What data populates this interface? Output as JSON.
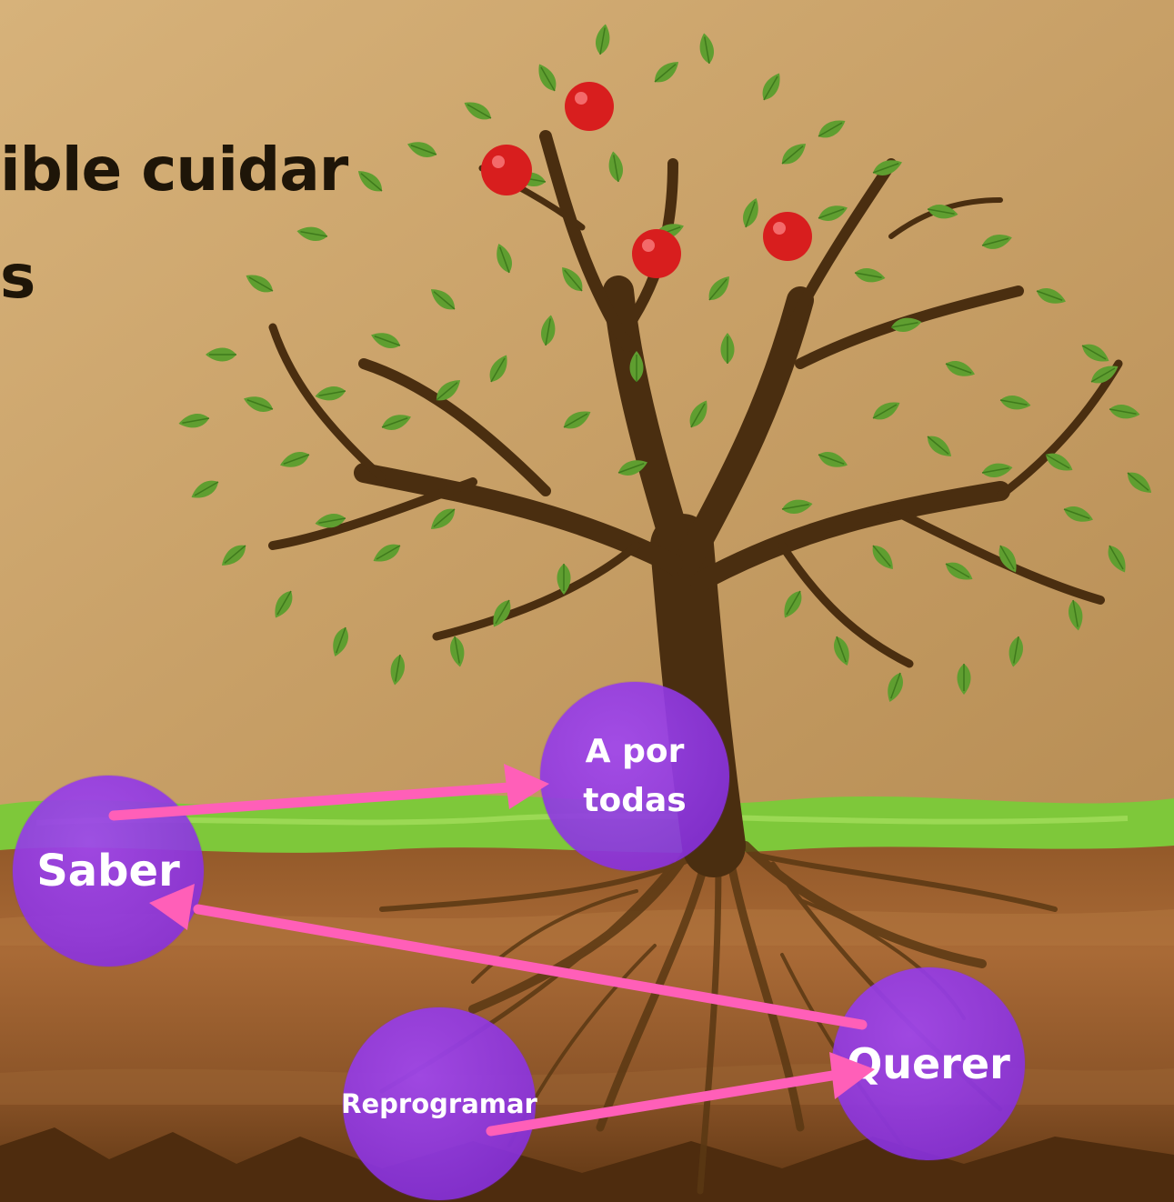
{
  "title": {
    "line1": "ible cuidar",
    "line2": "s"
  },
  "nodes": {
    "apor": "A por\ntodas",
    "saber": "Saber",
    "querer": "Querer",
    "reprogramar": "Reprogramar"
  },
  "colors": {
    "node": "#8a2be2",
    "arrow": "#ff5fb8",
    "grass": "#7ec83a",
    "trunk": "#4a2e10",
    "leaf": "#5f9e30",
    "apple": "#d81e1e"
  }
}
